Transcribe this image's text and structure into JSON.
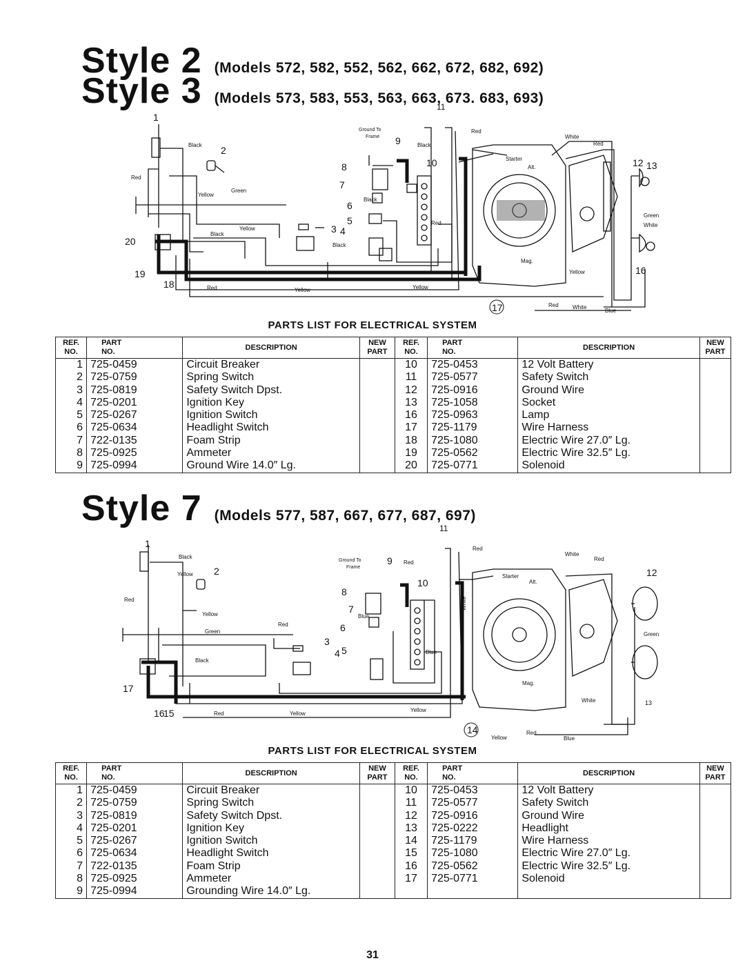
{
  "header": {
    "style2_title": "Style 2",
    "style2_models": "(Models 572, 582, 552, 562, 662, 672, 682, 692)",
    "style3_title": "Style 3",
    "style3_models": "(Models 573, 583, 553, 563, 663, 673. 683, 693)",
    "style7_title": "Style 7",
    "style7_models": "(Models 577, 587, 667, 677, 687, 697)"
  },
  "diagram1": {
    "callouts": [
      "1",
      "2",
      "3",
      "4",
      "5",
      "6",
      "7",
      "8",
      "9",
      "10",
      "11",
      "12",
      "13",
      "16",
      "17",
      "18",
      "19",
      "20"
    ],
    "labels": {
      "black1": "Black",
      "red1": "Red",
      "yellow1": "Yellow",
      "green1": "Green",
      "black2": "Black",
      "yellow2": "Yellow",
      "ground_to": "Ground To",
      "frame": "Frame",
      "black3": "Black",
      "red2": "Red",
      "black4": "Black",
      "red3": "Red",
      "yellow3": "Yellow",
      "red4": "Red",
      "yellow4": "Yellow",
      "white1": "White",
      "red5": "Red",
      "starter": "Starter",
      "alt": "Alt.",
      "green2": "Green",
      "white2": "White",
      "mag": "Mag.",
      "yellow5": "Yellow",
      "red6": "Red",
      "white3": "White",
      "blue1": "Blue"
    }
  },
  "diagram2": {
    "callouts": [
      "1",
      "2",
      "3",
      "4",
      "5",
      "6",
      "7",
      "8",
      "9",
      "10",
      "11",
      "12",
      "13",
      "14",
      "15",
      "16",
      "17"
    ],
    "labels": {
      "black1": "Black",
      "yellow1": "Yellow",
      "red1": "Red",
      "yellow2": "Yellow",
      "green1": "Green",
      "red2": "Red",
      "black2": "Black",
      "ground_to": "Ground To",
      "frame": "Frame",
      "red3": "Red",
      "blue1": "Blue",
      "blue2": "Blue",
      "red4": "Red",
      "yellow3": "Yellow",
      "yellow4": "Yellow",
      "white_v": "White",
      "white1": "White",
      "red5": "Red",
      "starter": "Starter",
      "alt": "Alt.",
      "green2": "Green",
      "mag": "Mag.",
      "white2": "White",
      "yellow5": "Yellow",
      "red6": "Red",
      "blue3": "Blue"
    }
  },
  "parts_list_title": "PARTS LIST FOR ELECTRICAL SYSTEM",
  "table_headers": {
    "ref": "REF.",
    "no": "NO.",
    "part": "PART",
    "part_no": "NO.",
    "description": "DESCRIPTION",
    "new": "NEW",
    "new_part": "PART"
  },
  "table1": {
    "left": [
      {
        "ref": "1",
        "part": "725-0459",
        "desc": "Circuit Breaker"
      },
      {
        "ref": "2",
        "part": "725-0759",
        "desc": "Spring Switch"
      },
      {
        "ref": "3",
        "part": "725-0819",
        "desc": "Safety Switch Dpst."
      },
      {
        "ref": "4",
        "part": "725-0201",
        "desc": "Ignition Key"
      },
      {
        "ref": "5",
        "part": "725-0267",
        "desc": "Ignition Switch"
      },
      {
        "ref": "6",
        "part": "725-0634",
        "desc": "Headlight Switch"
      },
      {
        "ref": "7",
        "part": "722-0135",
        "desc": "Foam Strip"
      },
      {
        "ref": "8",
        "part": "725-0925",
        "desc": "Ammeter"
      },
      {
        "ref": "9",
        "part": "725-0994",
        "desc": "Ground Wire 14.0″ Lg."
      }
    ],
    "right": [
      {
        "ref": "10",
        "part": "725-0453",
        "desc": "12 Volt Battery"
      },
      {
        "ref": "11",
        "part": "725-0577",
        "desc": "Safety Switch"
      },
      {
        "ref": "12",
        "part": "725-0916",
        "desc": "Ground Wire"
      },
      {
        "ref": "13",
        "part": "725-1058",
        "desc": "Socket"
      },
      {
        "ref": "16",
        "part": "725-0963",
        "desc": "Lamp"
      },
      {
        "ref": "17",
        "part": "725-1179",
        "desc": "Wire Harness"
      },
      {
        "ref": "18",
        "part": "725-1080",
        "desc": "Electric Wire 27.0″ Lg."
      },
      {
        "ref": "19",
        "part": "725-0562",
        "desc": "Electric Wire 32.5″ Lg."
      },
      {
        "ref": "20",
        "part": "725-0771",
        "desc": "Solenoid"
      }
    ]
  },
  "table2": {
    "left": [
      {
        "ref": "1",
        "part": "725-0459",
        "desc": "Circuit Breaker"
      },
      {
        "ref": "2",
        "part": "725-0759",
        "desc": "Spring Switch"
      },
      {
        "ref": "3",
        "part": "725-0819",
        "desc": "Safety Switch Dpst."
      },
      {
        "ref": "4",
        "part": "725-0201",
        "desc": "Ignition Key"
      },
      {
        "ref": "5",
        "part": "725-0267",
        "desc": "Ignition Switch"
      },
      {
        "ref": "6",
        "part": "725-0634",
        "desc": "Headlight Switch"
      },
      {
        "ref": "7",
        "part": "722-0135",
        "desc": "Foam Strip"
      },
      {
        "ref": "8",
        "part": "725-0925",
        "desc": "Ammeter"
      },
      {
        "ref": "9",
        "part": "725-0994",
        "desc": "Grounding Wire 14.0″ Lg."
      }
    ],
    "right": [
      {
        "ref": "10",
        "part": "725-0453",
        "desc": "12 Volt Battery"
      },
      {
        "ref": "11",
        "part": "725-0577",
        "desc": "Safety Switch"
      },
      {
        "ref": "12",
        "part": "725-0916",
        "desc": "Ground Wire"
      },
      {
        "ref": "13",
        "part": "725-0222",
        "desc": "Headlight"
      },
      {
        "ref": "14",
        "part": "725-1179",
        "desc": "Wire Harness"
      },
      {
        "ref": "15",
        "part": "725-1080",
        "desc": "Electric Wire 27.0″ Lg."
      },
      {
        "ref": "16",
        "part": "725-0562",
        "desc": "Electric Wire 32.5″ Lg."
      },
      {
        "ref": "17",
        "part": "725-0771",
        "desc": "Solenoid"
      },
      {
        "ref": "",
        "part": "",
        "desc": ""
      }
    ]
  },
  "page_number": "31"
}
